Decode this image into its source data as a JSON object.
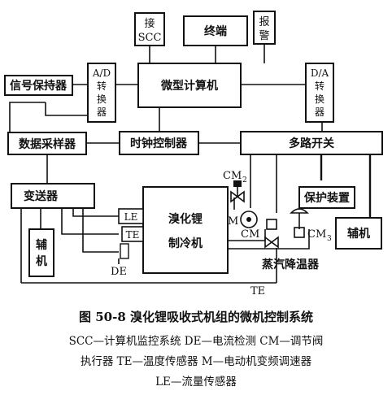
{
  "diagram": {
    "scc": "接\nSCC",
    "terminal": "终端",
    "alarm": "报\n警",
    "ad": "A/D\n转\n换\n器",
    "microcomputer": "微型计算机",
    "da": "D/A\n转\n换\n器",
    "signal_holder": "信号保持器",
    "sampler": "数据采样器",
    "clock": "时钟控制器",
    "multiplexer": "多路开关",
    "transmitter": "变送器",
    "protection": "保护装置",
    "auxiliary_left": "辅\n机",
    "auxiliary_right": "辅机",
    "chiller": "溴化锂\n制冷机",
    "le": "LE",
    "te": "TE",
    "de": "DE",
    "cm1": "CM",
    "cm2": "CM",
    "cm2_sub": "2",
    "cm3": "CM",
    "cm3_sub": "3",
    "motor": "M",
    "steam_desuperheater": "蒸汽降温器",
    "te_bottom": "TE"
  },
  "caption": {
    "title": "图 50-8   溴化锂吸收式机组的微机控制系统",
    "line1": "SCC—计算机监控系统   DE—电流检测   CM—调节阀",
    "line2": "执行器   TE—温度传感器   M—电动机变频调速器",
    "line3": "LE—流量传感器"
  },
  "colors": {
    "ink": "#111111",
    "paper": "#ffffff"
  },
  "icons": [
    "valve-icon",
    "motor-icon",
    "arrow-icon"
  ]
}
